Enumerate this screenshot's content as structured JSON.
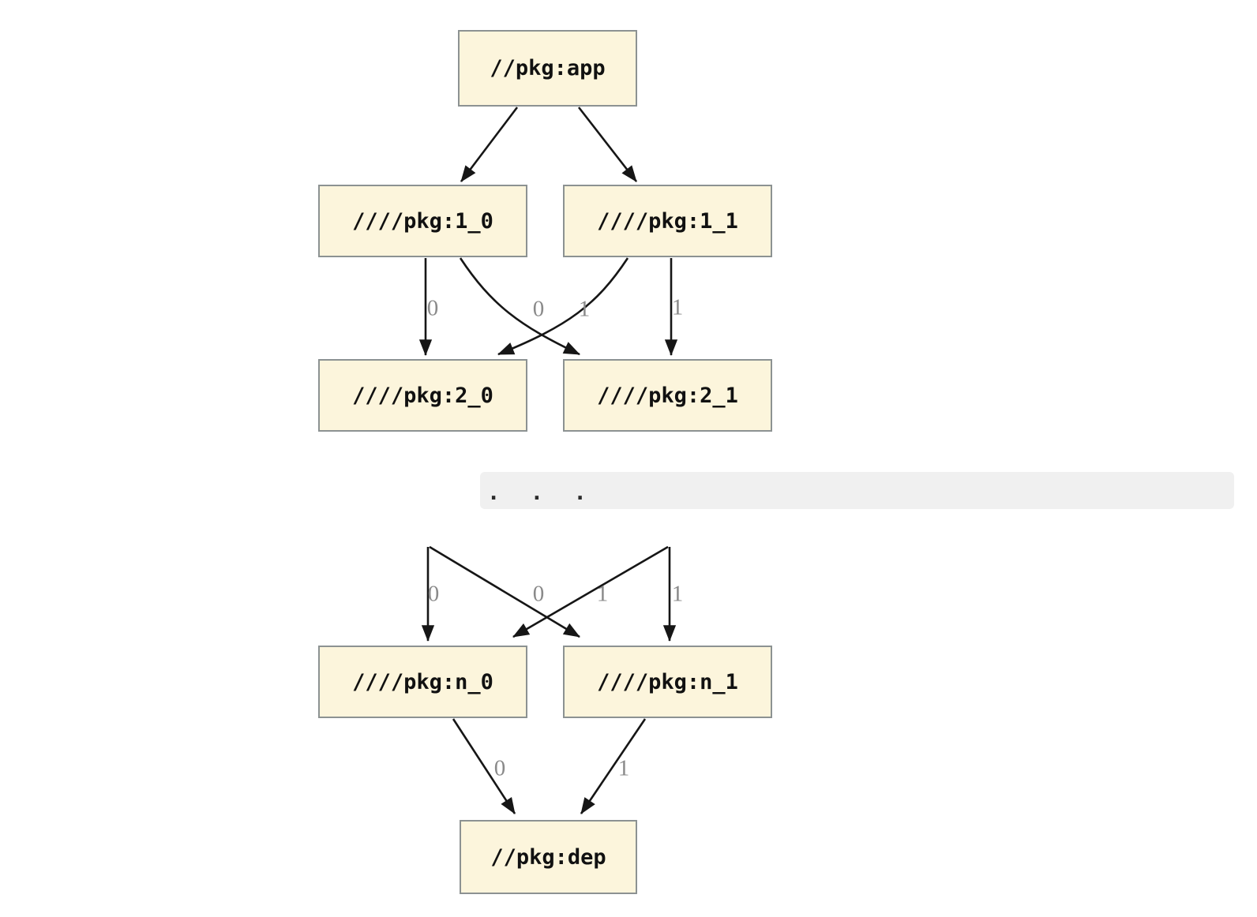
{
  "diagram": {
    "nodes": {
      "app": "//pkg:app",
      "level1_0": "////pkg:1_0",
      "level1_1": "////pkg:1_1",
      "level2_0": "////pkg:2_0",
      "level2_1": "////pkg:2_1",
      "leveln_0": "////pkg:n_0",
      "leveln_1": "////pkg:n_1",
      "dep": "//pkg:dep"
    },
    "ellipsis": ".  .  .",
    "edge_labels": {
      "level1_to_level2": [
        "0",
        "0",
        "1",
        "1"
      ],
      "ellipsis_to_leveln": [
        "0",
        "0",
        "1",
        "1"
      ],
      "leveln_to_dep": [
        "0",
        "1"
      ]
    },
    "colors": {
      "node_fill": "#fcf5dc",
      "node_border": "#8c9292",
      "edge": "#161616",
      "edge_label": "#8a8a8a",
      "band_fill": "#f0f0f0",
      "node_text": "#111111",
      "ellipsis_text": "#2b2b2b"
    }
  }
}
